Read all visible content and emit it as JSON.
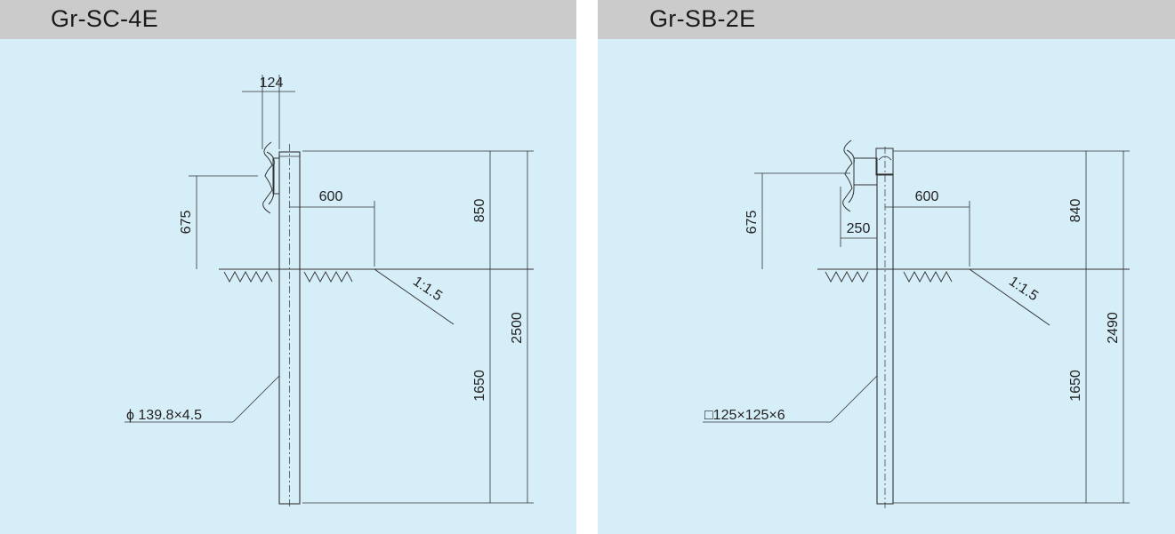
{
  "panels": [
    {
      "title": "Gr-SC-4E",
      "dims": {
        "width_top": "124",
        "rail_height": "675",
        "offset": "600",
        "above_ground": "850",
        "total": "2500",
        "embed": "1650",
        "slope": "1:1.5",
        "post_spec": "ϕ 139.8×4.5"
      }
    },
    {
      "title": "Gr-SB-2E",
      "dims": {
        "rail_height": "675",
        "bracket": "250",
        "offset": "600",
        "above_ground": "840",
        "total": "2490",
        "embed": "1650",
        "slope": "1:1.5",
        "post_spec": "□125×125×6"
      }
    }
  ]
}
